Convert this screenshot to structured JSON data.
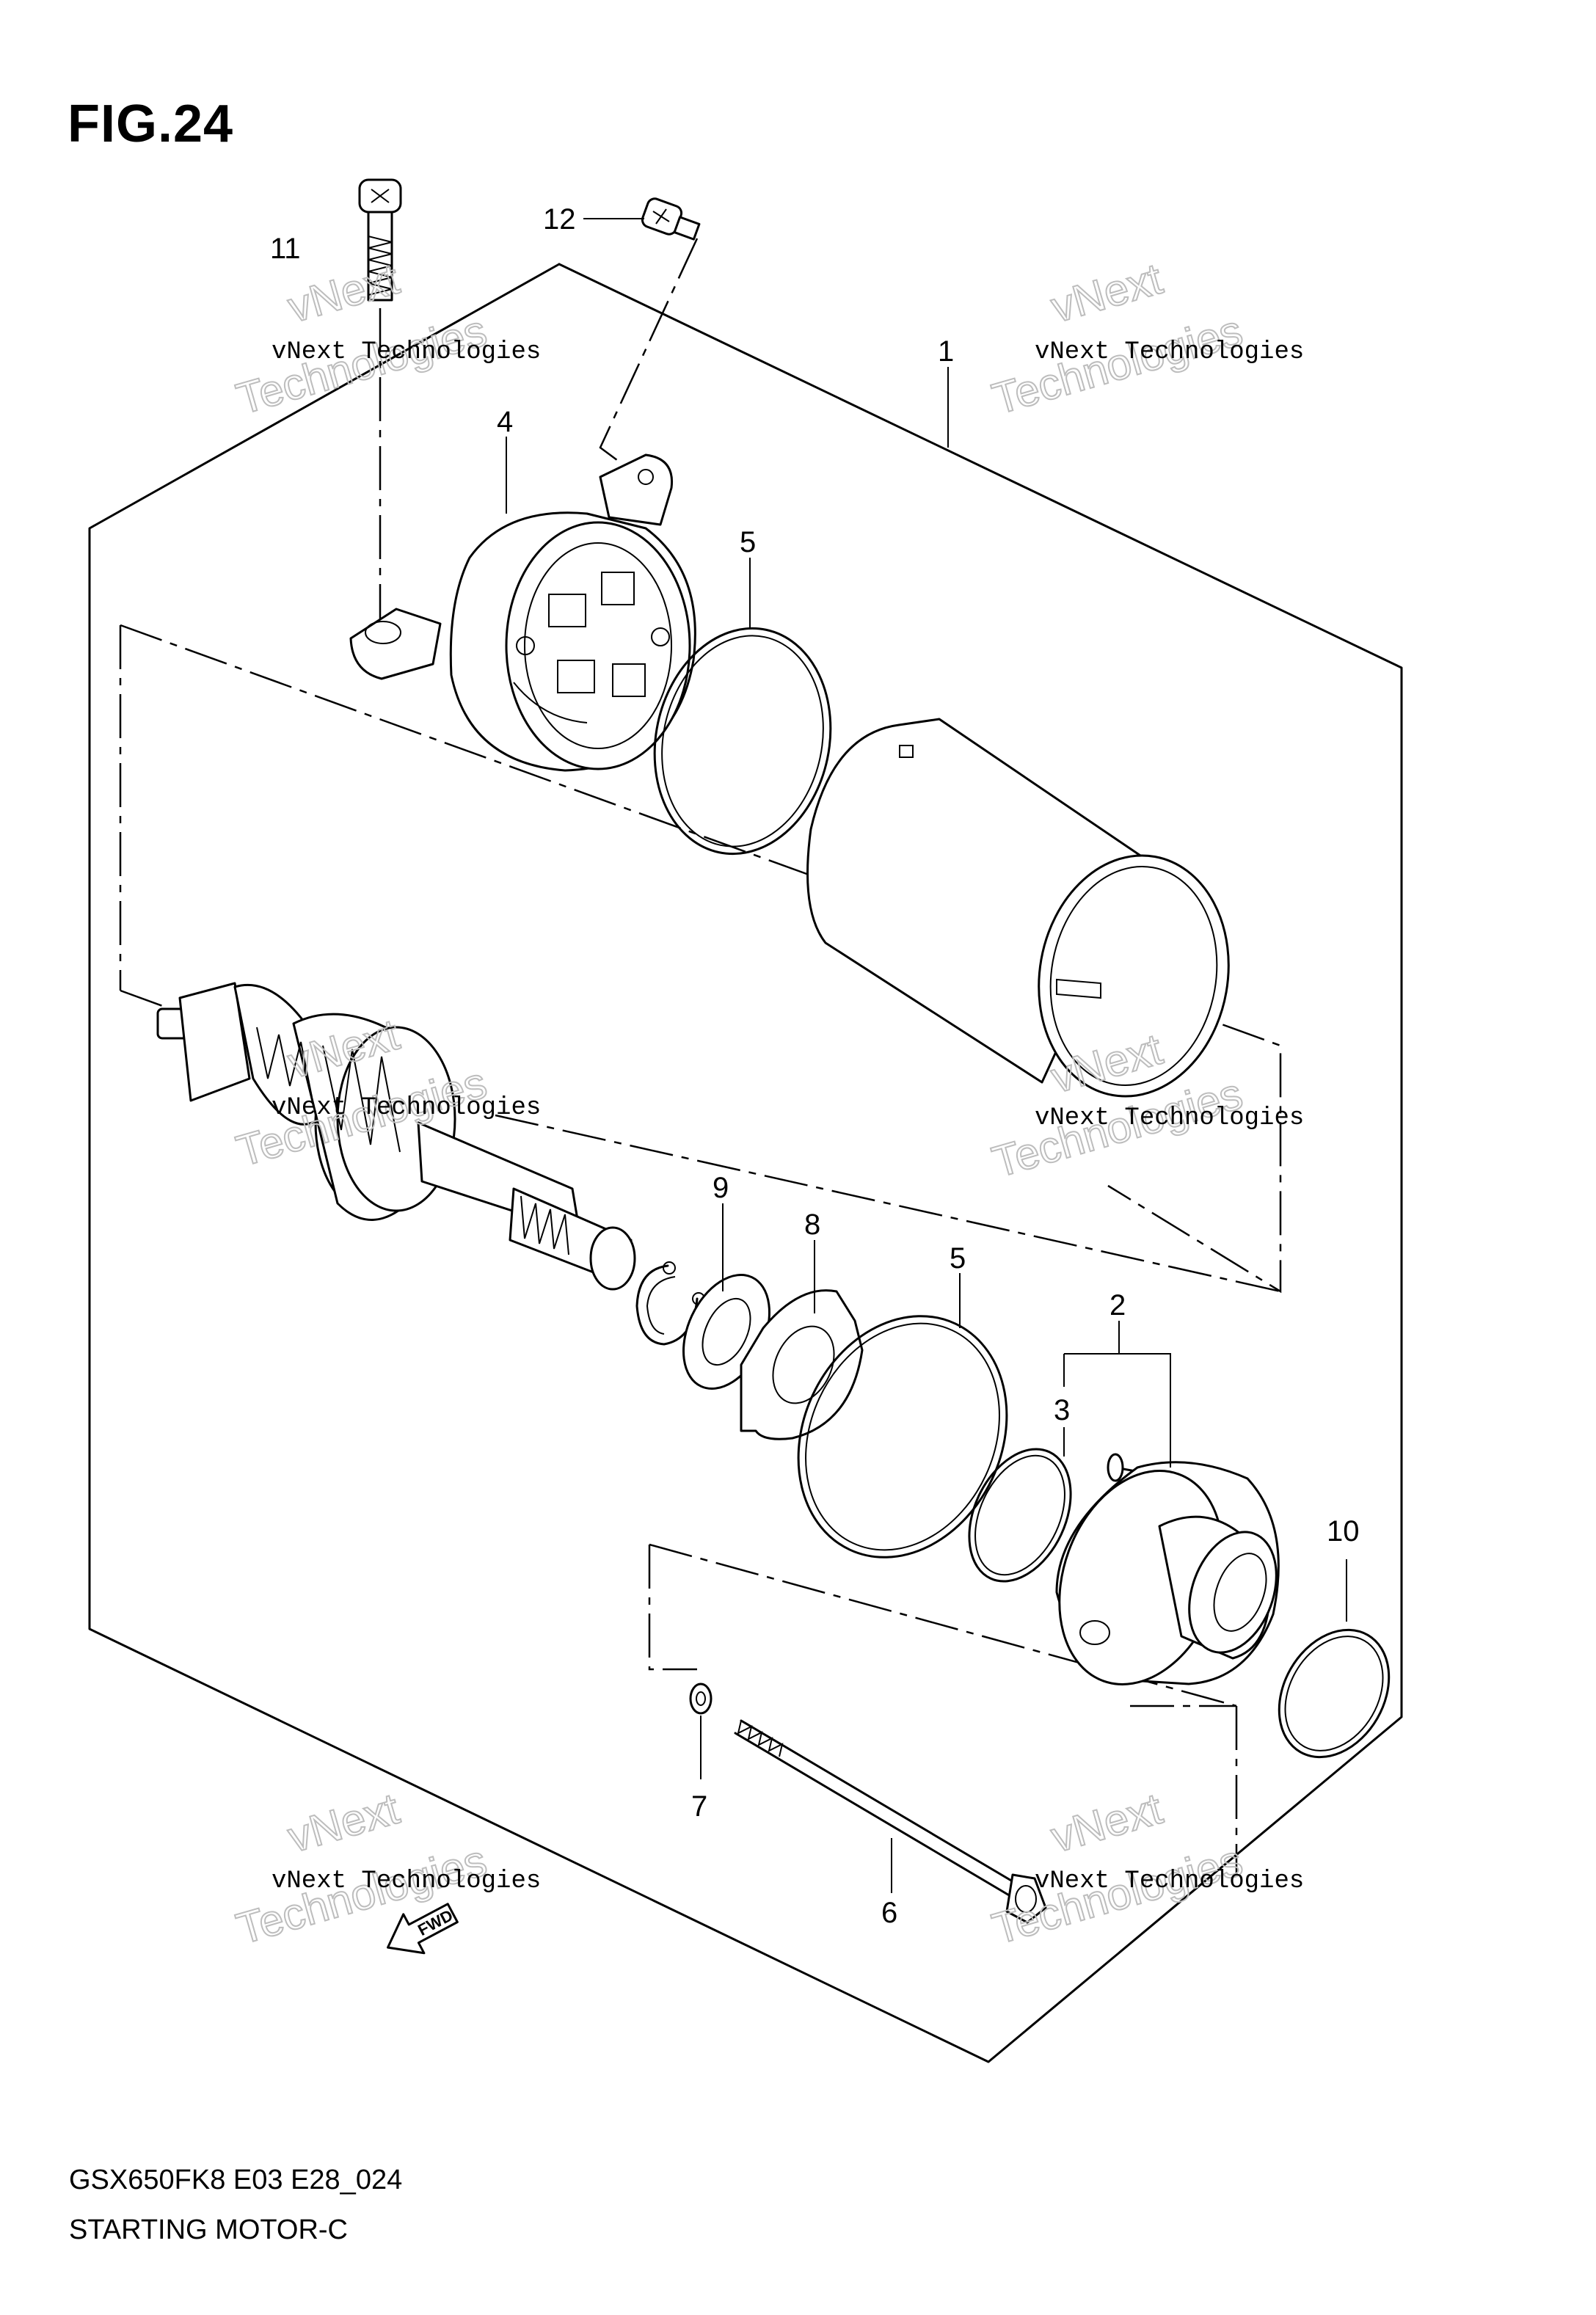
{
  "figure": {
    "title": "FIG.24"
  },
  "footer": {
    "model_code": "GSX650FK8 E03 E28_024",
    "section_title": "STARTING MOTOR-C"
  },
  "callouts": [
    "1",
    "2",
    "3",
    "4",
    "5",
    "5",
    "6",
    "7",
    "8",
    "9",
    "10",
    "11",
    "12"
  ],
  "watermark": {
    "line1": "vNext Technologies",
    "line2": "Technologies",
    "line0": "vNext"
  },
  "direction_marker": {
    "label": "FWD",
    "icon": "fwd-arrow-icon"
  }
}
